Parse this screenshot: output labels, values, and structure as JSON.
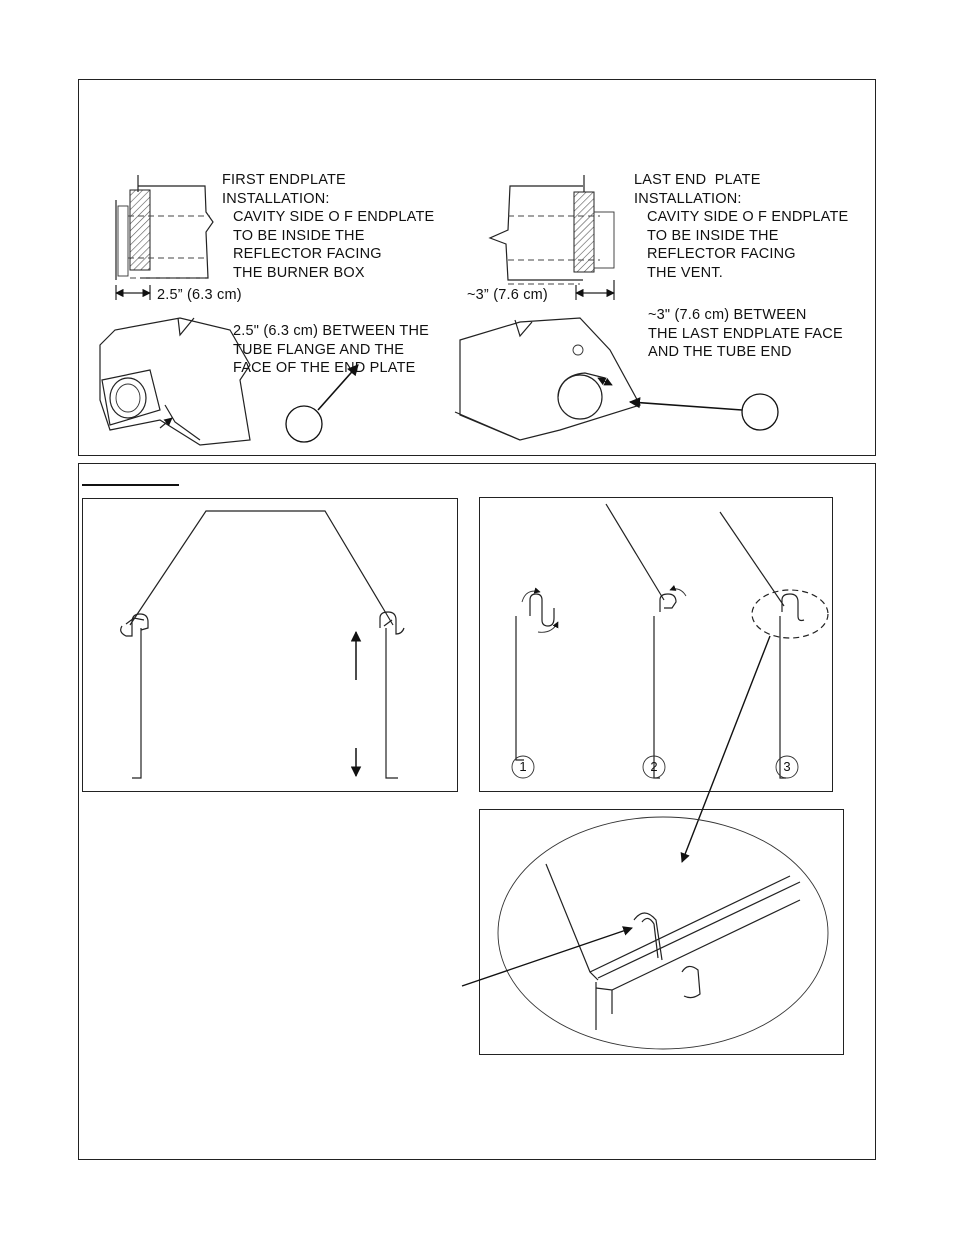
{
  "top_panel": {
    "first_endplate": {
      "title": "FIRST ENDPLATE\nINSTALLATION:",
      "body": "CAVITY SIDE O F ENDPLATE\nTO BE INSIDE THE\nREFLECTOR FACING\nTHE BURNER BOX",
      "dimension": "2.5” (6.3 cm)",
      "note": "2.5\" (6.3 cm) BETWEEN THE\nTUBE FLANGE AND THE\nFACE OF THE END PLATE"
    },
    "last_endplate": {
      "title": "LAST END  PLATE\nINSTALLATION:",
      "body": "CAVITY SIDE O F ENDPLATE\nTO BE INSIDE THE\nREFLECTOR FACING\nTHE VENT.",
      "dimension": "~3” (7.6 cm)",
      "note": "~3\" (7.6 cm) BETWEEN\nTHE LAST ENDPLATE FACE\nAND THE TUBE END"
    }
  },
  "bottom_panel": {
    "steps": [
      "1",
      "2",
      "3"
    ]
  }
}
